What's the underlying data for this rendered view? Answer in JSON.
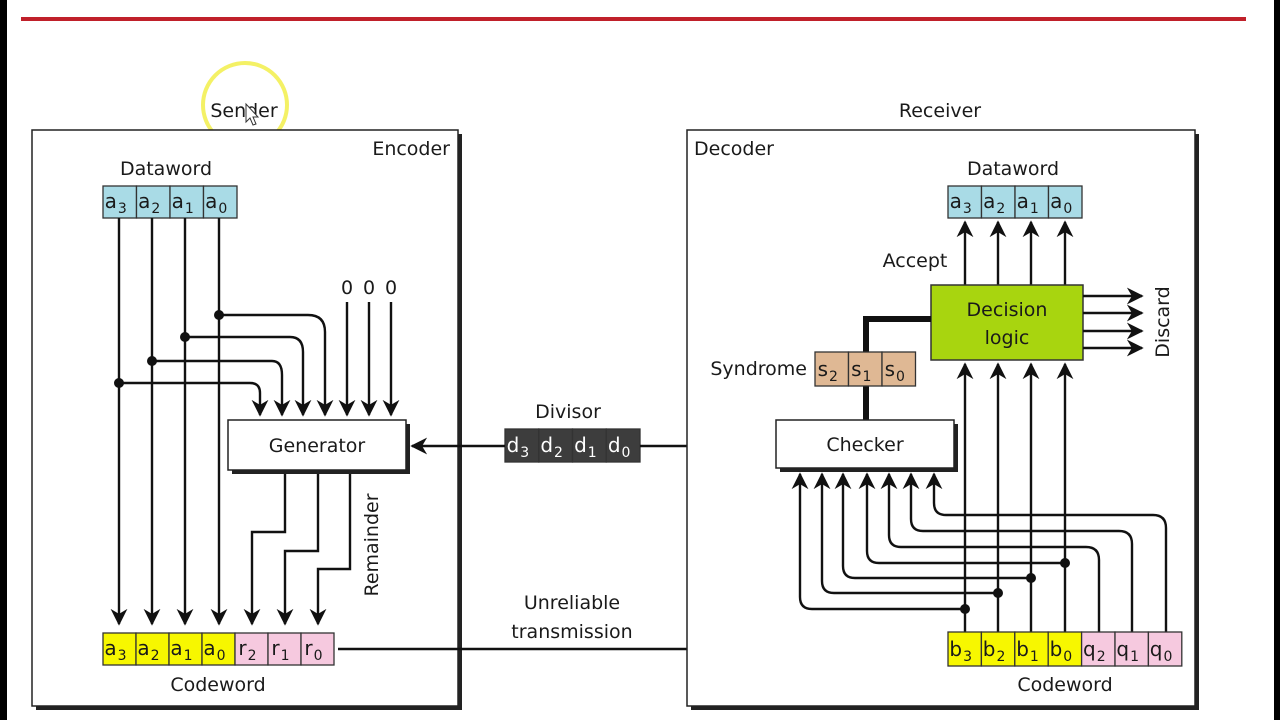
{
  "colors": {
    "header_rule": "#c0202a",
    "dataword_fill": "#a9dbe6",
    "codeword_data_fill": "#f7f700",
    "codeword_check_fill": "#f6c9df",
    "divisor_fill": "#3d3d3d",
    "syndrome_fill": "#dfb894",
    "decision_fill": "#a8d50f",
    "cursor_highlight": "#f2ee4a"
  },
  "sender": {
    "title": "Sender",
    "box_label": "Encoder",
    "dataword_label": "Dataword",
    "dataword": [
      {
        "b": "a",
        "s": "3"
      },
      {
        "b": "a",
        "s": "2"
      },
      {
        "b": "a",
        "s": "1"
      },
      {
        "b": "a",
        "s": "0"
      }
    ],
    "zero_inputs": [
      "0",
      "0",
      "0"
    ],
    "generator_label": "Generator",
    "remainder_label": "Remainder",
    "codeword_label": "Codeword",
    "codeword": [
      {
        "b": "a",
        "s": "3"
      },
      {
        "b": "a",
        "s": "2"
      },
      {
        "b": "a",
        "s": "1"
      },
      {
        "b": "a",
        "s": "0"
      },
      {
        "b": "r",
        "s": "2"
      },
      {
        "b": "r",
        "s": "1"
      },
      {
        "b": "r",
        "s": "0"
      }
    ]
  },
  "channel": {
    "divisor_label": "Divisor",
    "divisor": [
      {
        "b": "d",
        "s": "3"
      },
      {
        "b": "d",
        "s": "2"
      },
      {
        "b": "d",
        "s": "1"
      },
      {
        "b": "d",
        "s": "0"
      }
    ],
    "transmission_line1": "Unreliable",
    "transmission_line2": "transmission"
  },
  "receiver": {
    "title": "Receiver",
    "box_label": "Decoder",
    "dataword_label": "Dataword",
    "dataword": [
      {
        "b": "a",
        "s": "3"
      },
      {
        "b": "a",
        "s": "2"
      },
      {
        "b": "a",
        "s": "1"
      },
      {
        "b": "a",
        "s": "0"
      }
    ],
    "accept_label": "Accept",
    "decision_line1": "Decision",
    "decision_line2": "logic",
    "discard_label": "Discard",
    "syndrome_label": "Syndrome",
    "syndrome": [
      {
        "b": "s",
        "s": "2"
      },
      {
        "b": "s",
        "s": "1"
      },
      {
        "b": "s",
        "s": "0"
      }
    ],
    "checker_label": "Checker",
    "codeword_label": "Codeword",
    "codeword": [
      {
        "b": "b",
        "s": "3"
      },
      {
        "b": "b",
        "s": "2"
      },
      {
        "b": "b",
        "s": "1"
      },
      {
        "b": "b",
        "s": "0"
      },
      {
        "b": "q",
        "s": "2"
      },
      {
        "b": "q",
        "s": "1"
      },
      {
        "b": "q",
        "s": "0"
      }
    ]
  }
}
